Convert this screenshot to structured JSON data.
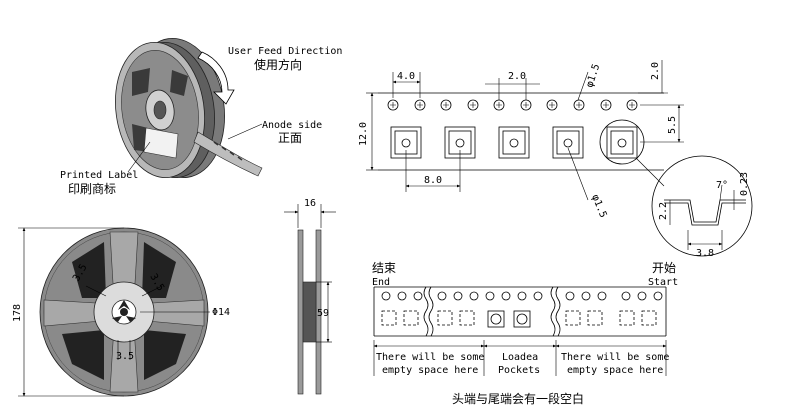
{
  "reel3d": {
    "feed_label_en": "User Feed Direction",
    "feed_label_cn": "使用方向",
    "anode_label_en": "Anode side",
    "anode_label_cn": "正面",
    "printed_label_en": "Printed Label",
    "printed_label_cn": "印刷商标"
  },
  "tape": {
    "dim_4_0": "4.0",
    "dim_2_0_top": "2.0",
    "dim_phi_1_5_top": "φ1.5",
    "dim_2_0_right": "2.0",
    "dim_12_0": "12.0",
    "dim_5_5": "5.5",
    "dim_8_0": "8.0",
    "dim_phi_1_5_pocket": "φ1.5",
    "dim_7_deg": "7°",
    "dim_0_23": "0.23",
    "dim_2_2": "2.2",
    "dim_3_8": "3.8"
  },
  "reel_front": {
    "dim_178": "178",
    "dim_phi14": "Φ14",
    "dim_3_5": "3.5",
    "dim_3_5_b": "3.5",
    "dim_3_5_c": "3.5"
  },
  "reel_side": {
    "dim_16": "16",
    "dim_59": "59"
  },
  "leader": {
    "end_cn": "结束",
    "end_en": "End",
    "start_cn": "开始",
    "start_en": "Start",
    "note_left_1": "There will be some",
    "note_left_2": "empty space here",
    "note_mid_1": "Loadea",
    "note_mid_2": "Pockets",
    "note_right_1": "There will be some",
    "note_right_2": "empty space here",
    "caption": "头端与尾端会有一段空白"
  }
}
